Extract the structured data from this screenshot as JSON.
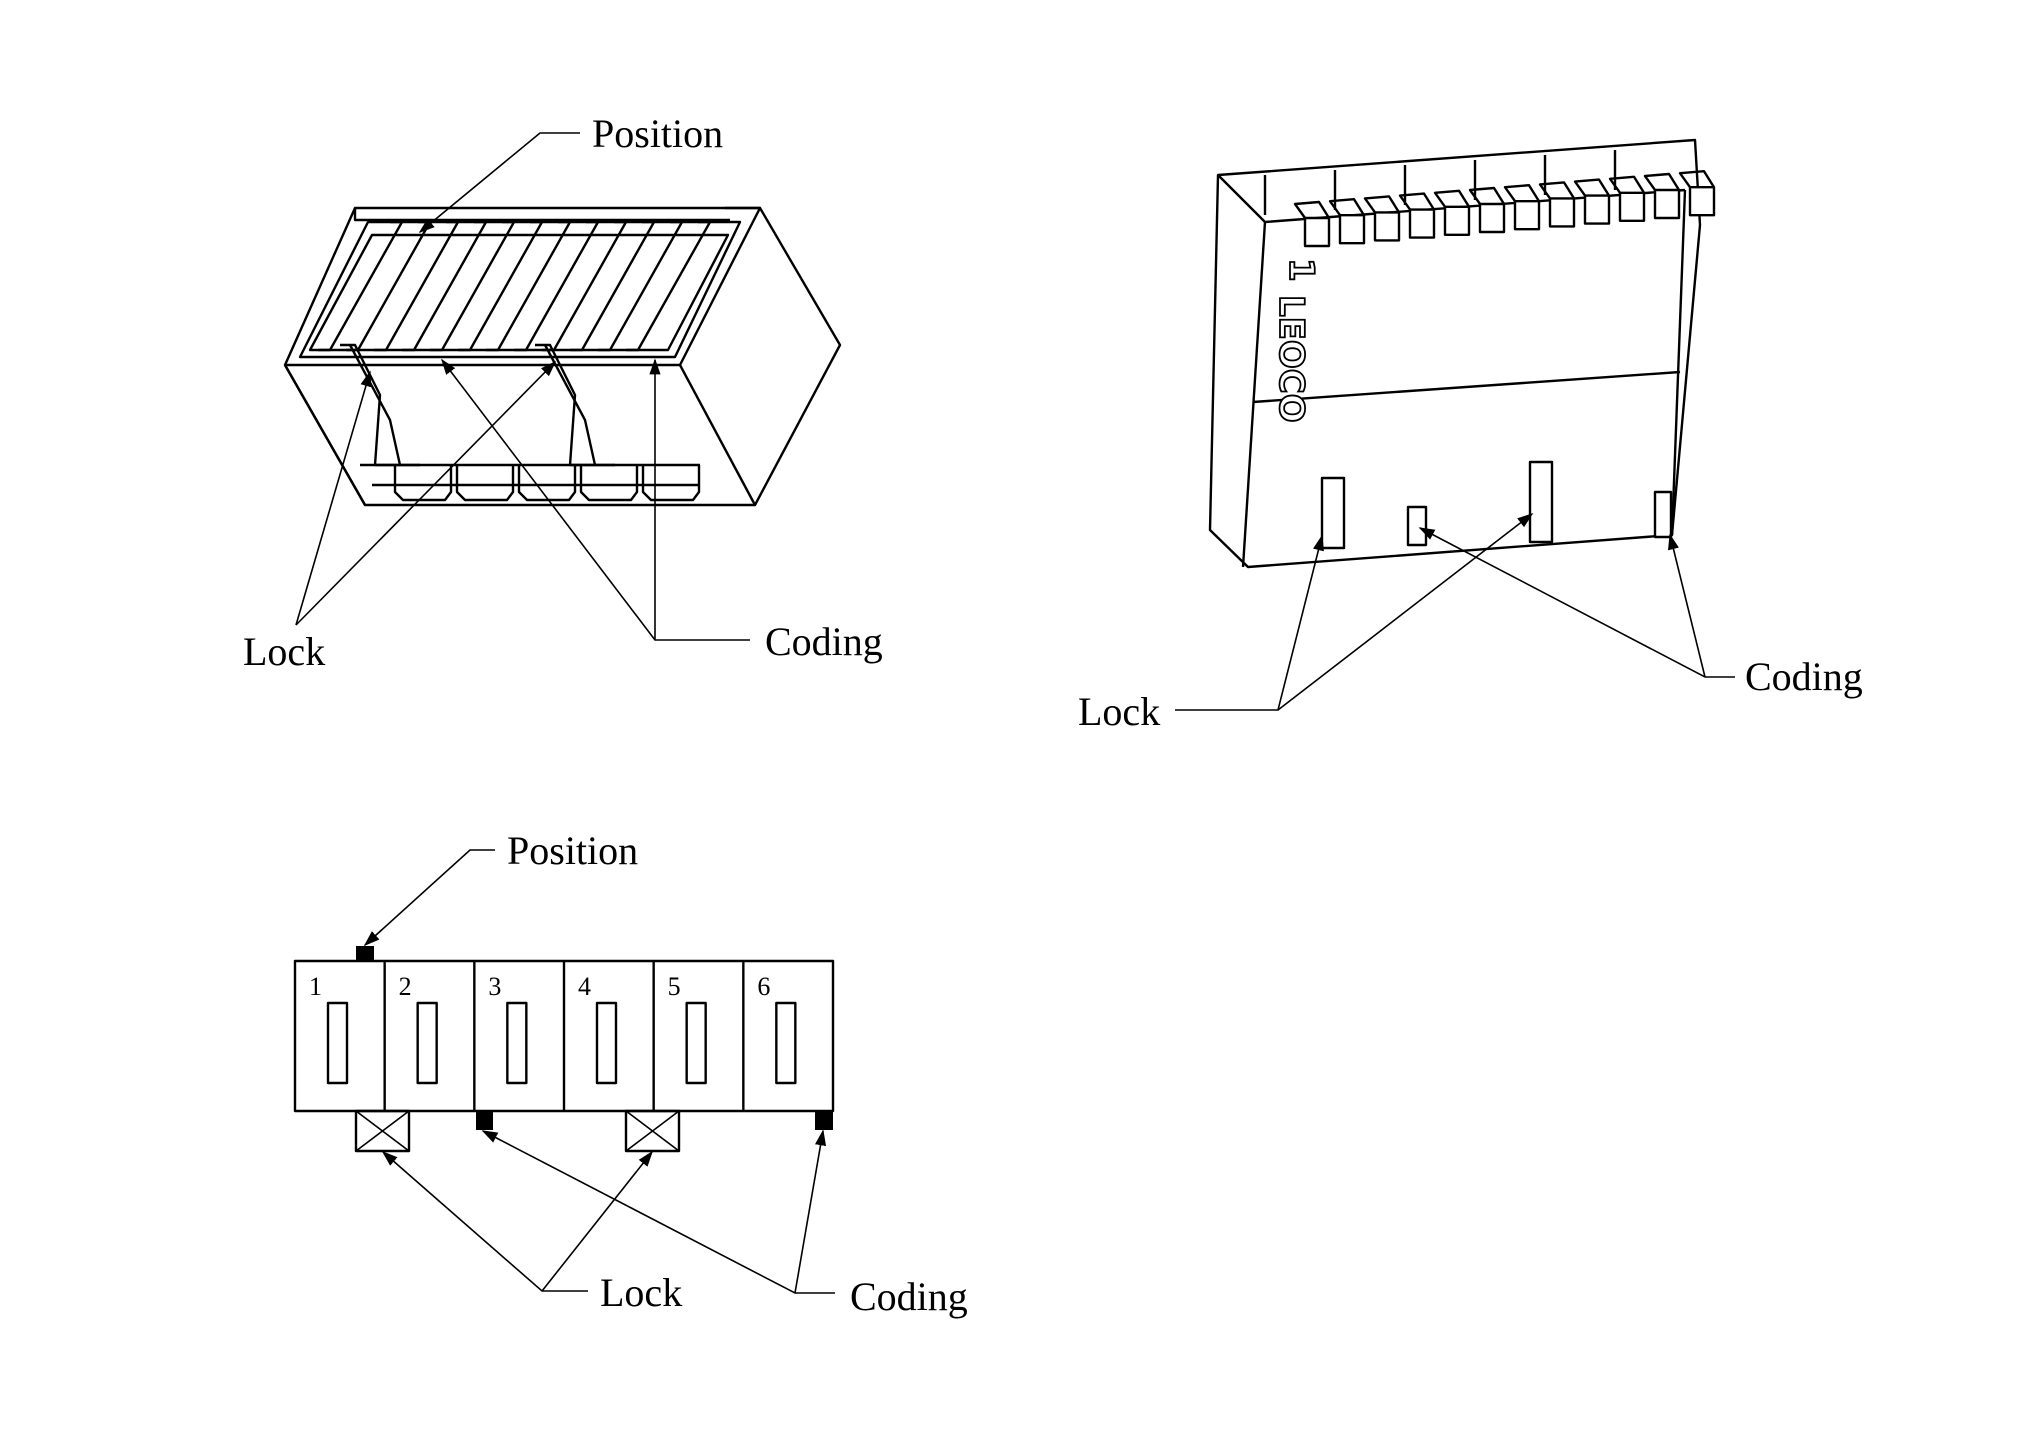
{
  "figure": {
    "views": [
      {
        "id": "iso-top-view",
        "description": "Isometric view of 6-position connector housing (mating side)",
        "callouts": {
          "position": "Position",
          "lock": "Lock",
          "coding": "Coding"
        }
      },
      {
        "id": "iso-front-view",
        "description": "Isometric view of 6-position connector housing (front face)",
        "markings": {
          "pin_one": "1",
          "brand": "LEOCO"
        },
        "callouts": {
          "lock": "Lock",
          "coding": "Coding"
        }
      },
      {
        "id": "schematic-view",
        "description": "Schematic top-down layout of 6 cavities",
        "cavities": [
          "1",
          "2",
          "3",
          "4",
          "5",
          "6"
        ],
        "legend": {
          "position_marker": "filled square above cavity 1",
          "lock_marker": "crossed box below cavities 1-2 and 4-5",
          "coding_marker": "filled square below cavities 3 and 6"
        },
        "callouts": {
          "position": "Position",
          "lock": "Lock",
          "coding": "Coding"
        }
      }
    ]
  }
}
